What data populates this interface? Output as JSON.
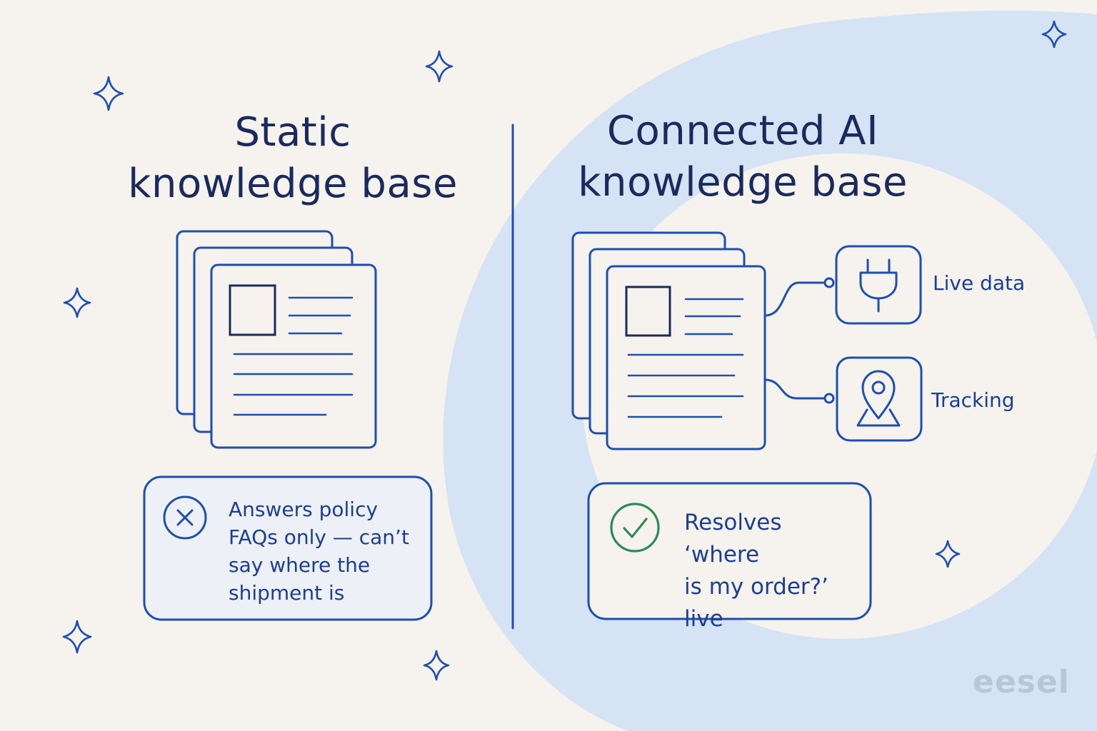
{
  "left": {
    "title_line1": "Static",
    "title_line2": "knowledge base",
    "callout_lines": [
      "Answers policy",
      "FAQs only — can’t",
      "say where the",
      "shipment is"
    ],
    "callout_icon": "x-circle-icon"
  },
  "right": {
    "title_line1": "Connected AI",
    "title_line2": "knowledge base",
    "connections": [
      {
        "label": "Live data",
        "icon": "plug-icon"
      },
      {
        "label": "Tracking",
        "icon": "map-pin-icon"
      }
    ],
    "callout_lines": [
      "Resolves ‘where",
      "is my order?’",
      "live"
    ],
    "callout_icon": "check-circle-icon"
  },
  "brand": "eesel",
  "colors": {
    "background": "#f6f3ee",
    "ink": "#1f4fae",
    "title": "#1a2a5c",
    "circle": "#d5e3f5",
    "callout_fill": "#edf0f6",
    "check": "#2e8b57"
  }
}
